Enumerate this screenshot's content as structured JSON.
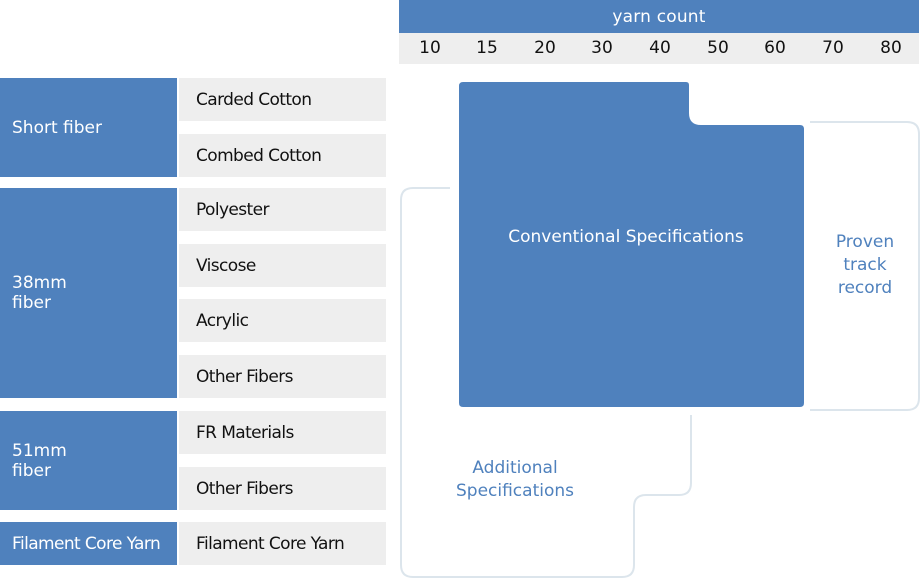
{
  "colors": {
    "primary_blue": "#4f81bd",
    "cell_gray": "#eeeeee",
    "outline": "#dce5ec",
    "text_dark": "#111111",
    "text_light": "#ffffff"
  },
  "header": {
    "title": "yarn count",
    "ticks": [
      "10",
      "15",
      "20",
      "30",
      "40",
      "50",
      "60",
      "70",
      "80"
    ]
  },
  "categories": [
    {
      "label": "Short fiber",
      "items": [
        "Carded Cotton",
        "Combed Cotton"
      ]
    },
    {
      "label": "38mm fiber",
      "items": [
        "Polyester",
        "Viscose",
        "Acrylic",
        "Other Fibers"
      ]
    },
    {
      "label": "51mm fiber",
      "items": [
        "FR Materials",
        "Other Fibers"
      ]
    },
    {
      "label": "Filament Core Yarn",
      "items": [
        "Filament Core Yarn"
      ]
    }
  ],
  "regions": {
    "conventional": "Conventional Specifications",
    "proven": "Proven track record",
    "additional": "Additional Specifications"
  }
}
